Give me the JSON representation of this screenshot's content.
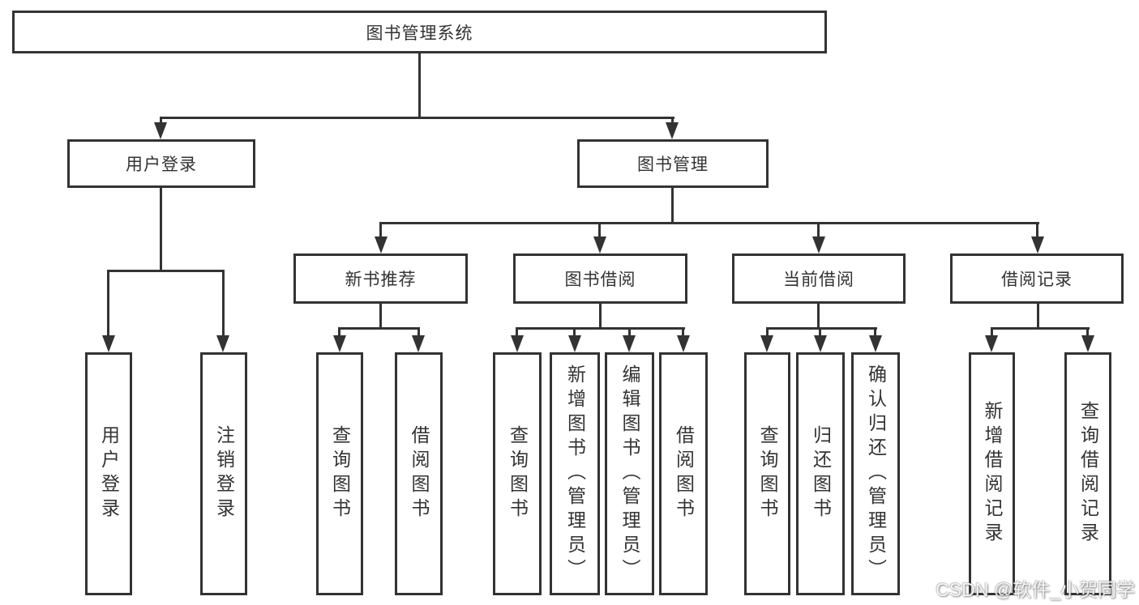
{
  "diagram": {
    "root": {
      "label": "图书管理系统"
    },
    "level2": {
      "user_login": {
        "label": "用户登录"
      },
      "book_mgmt": {
        "label": "图书管理"
      }
    },
    "level3": {
      "new_book": {
        "label": "新书推荐"
      },
      "borrow": {
        "label": "图书借阅"
      },
      "current": {
        "label": "当前借阅"
      },
      "records": {
        "label": "借阅记录"
      }
    },
    "leaves": {
      "user_login": [
        "用户登录",
        "注销登录"
      ],
      "new_book": [
        "查询图书",
        "借阅图书"
      ],
      "borrow": [
        "查询图书",
        "新增图书（管理员）",
        "编辑图书（管理员）",
        "借阅图书"
      ],
      "current": [
        "查询图书",
        "归还图书",
        "确认归还（管理员）"
      ],
      "records": [
        "新增借阅记录",
        "查询借阅记录"
      ]
    }
  },
  "watermark": {
    "text": "CSDN @软件_小贺同学"
  },
  "colors": {
    "line": "#333333",
    "box_border": "#333333",
    "text": "#333333",
    "background": "#ffffff"
  }
}
